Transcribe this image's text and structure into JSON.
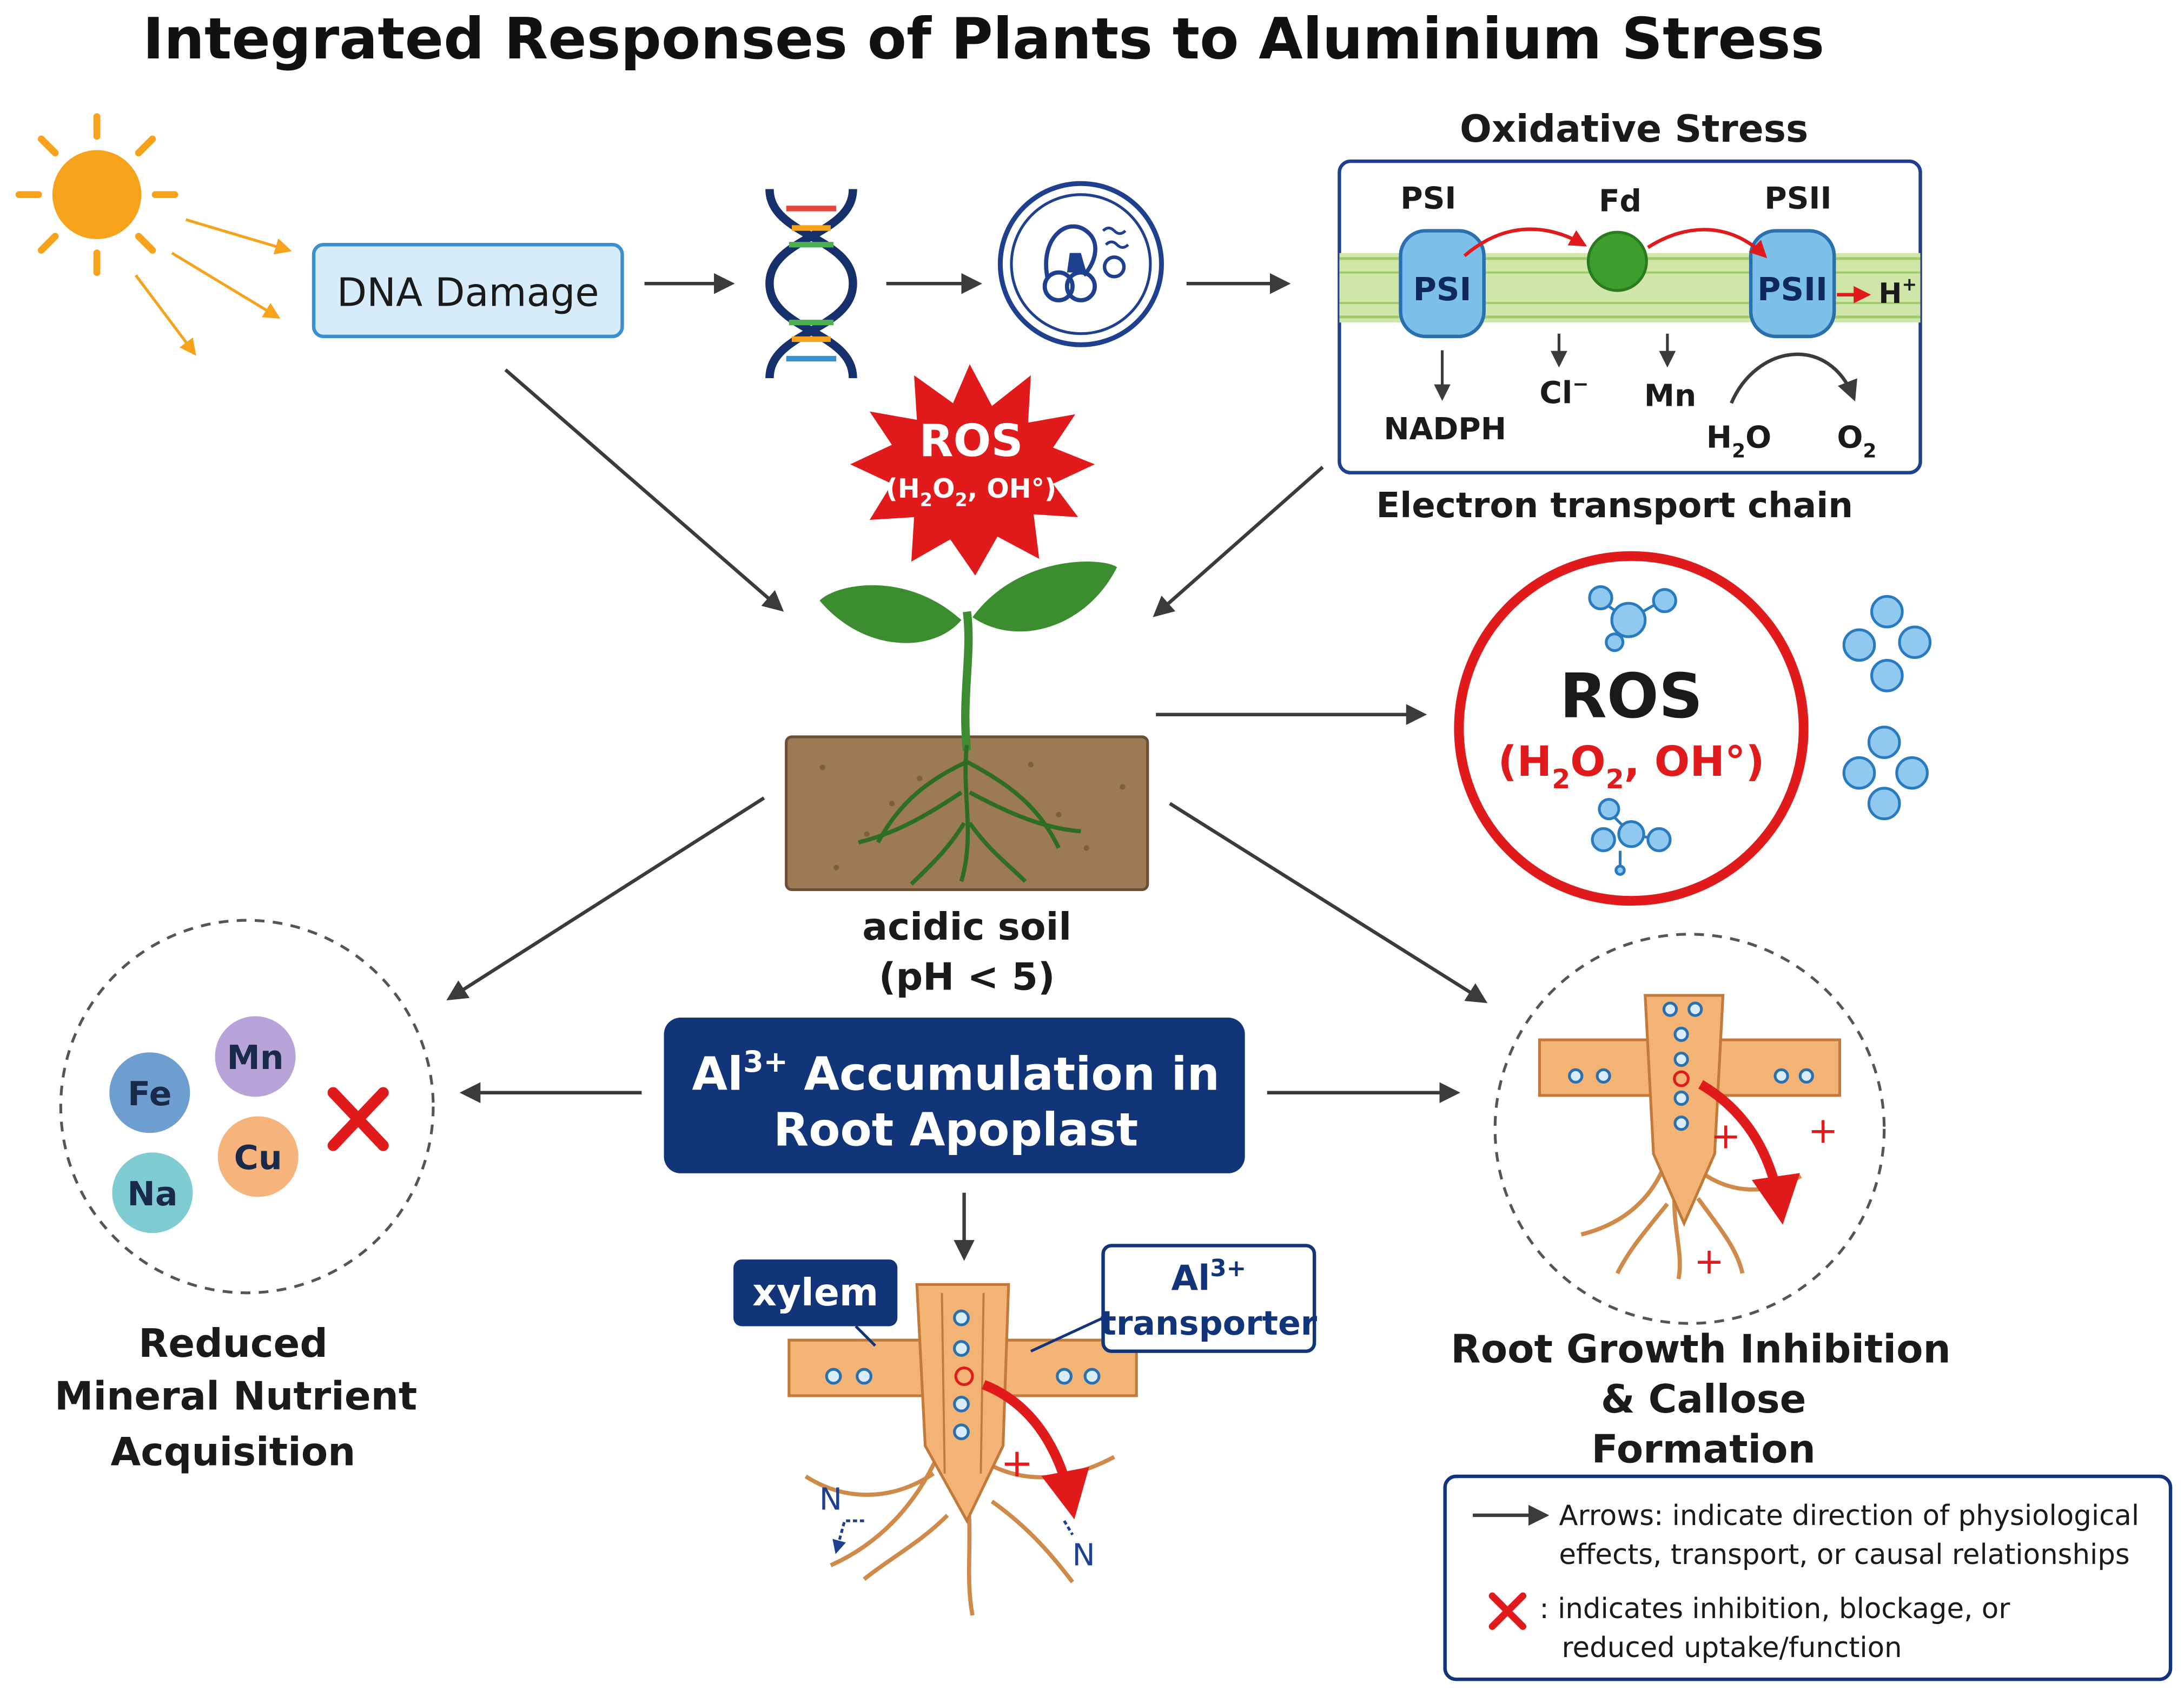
{
  "title": "Integrated Responses of Plants to Aluminium Stress",
  "dna_damage": {
    "label": "DNA Damage"
  },
  "oxidative_stress": {
    "heading": "Oxidative Stress",
    "psi_top": "PSI",
    "fd": "Fd",
    "psii_top": "PSII",
    "psi": "PSI",
    "psii": "PSII",
    "h_plus": "H",
    "h_plus_sup": "+",
    "nadph": "NADPH",
    "cl": "Cl",
    "cl_sup": "−",
    "mn": "Mn",
    "h2o_a": "H",
    "h2o_sub": "2",
    "h2o_b": "O",
    "o2_a": "O",
    "o2_sub": "2",
    "caption": "Electron transport chain"
  },
  "ros_burst": {
    "label": "ROS",
    "formula": [
      "(H",
      "2",
      "O",
      "2",
      ", OH°)"
    ]
  },
  "ros_circle": {
    "label": "ROS",
    "formula": [
      "(H",
      "2",
      "O",
      "2",
      ", OH°)"
    ]
  },
  "soil": {
    "line1": "acidic soil",
    "line2": "(pH < 5)"
  },
  "al_box": {
    "line1_a": "Al",
    "line1_sup": "3+",
    "line1_b": " Accumulation in",
    "line2": "Root Apoplast"
  },
  "nutrients": {
    "fe": "Fe",
    "mn": "Mn",
    "cu": "Cu",
    "na": "Na"
  },
  "reduced": {
    "line1": "Reduced",
    "line2": "Mineral Nutrient",
    "line3": "Acquisition"
  },
  "root_detail": {
    "xylem": "xylem",
    "transporter_a": "Al",
    "transporter_sup": "3+",
    "transporter_b": "transporter",
    "plus": "+",
    "n_left": "N",
    "n_right": "N"
  },
  "growth": {
    "line1": "Root Growth Inhibition",
    "line2": "& Callose",
    "line3": "Formation",
    "plus": "+"
  },
  "legend": {
    "arrow_line1": "Arrows: indicate direction of physiological",
    "arrow_line2": "effects, transport, or causal relationships",
    "x_line1": ": indicates inhibition, blockage, or",
    "x_line2": "reduced uptake/function"
  },
  "colors": {
    "navy": "#12357a",
    "ros_red": "#e11b1b",
    "dna_box_fill": "#d6ecfb",
    "dna_box_stroke": "#3a8fd1",
    "membrane_green": "#cfe6a8",
    "photosystem_blue": "#7cc0ea",
    "sun_orange": "#f7a21b",
    "soil_brown": "#9c7a55",
    "leaf_green": "#3c8d2f",
    "root_tan": "#f2b374",
    "fe": "#6e9ecf",
    "mn": "#b7a3d8",
    "cu": "#f6b37c",
    "na": "#7ecbd2"
  }
}
